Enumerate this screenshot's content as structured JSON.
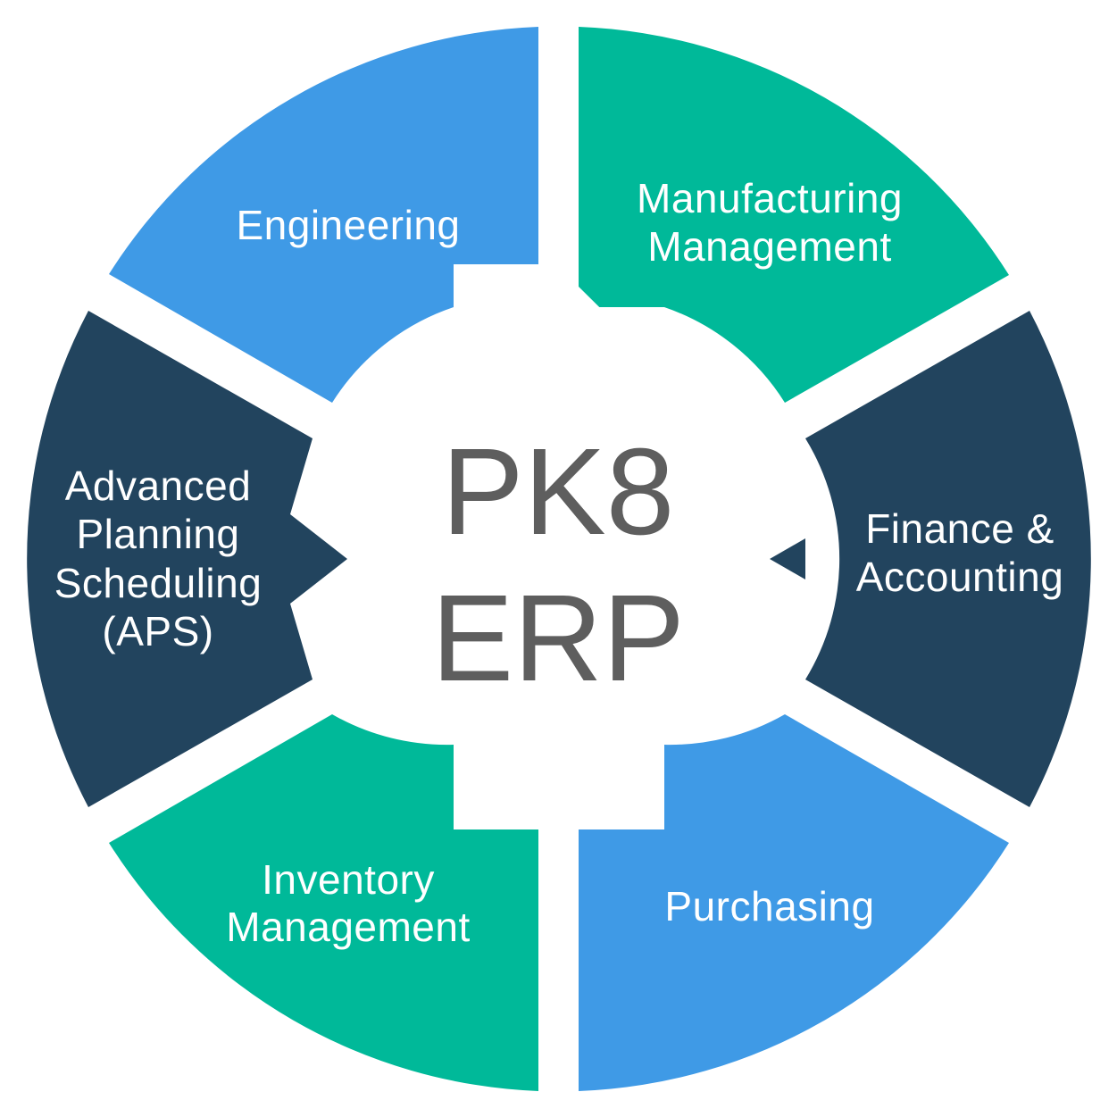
{
  "center": {
    "lines": [
      "PK8",
      "ERP"
    ],
    "color": "#5e5e5e"
  },
  "colors": {
    "blue": "#3f9ae6",
    "teal": "#00b999",
    "navy": "#22445e",
    "background": "#ffffff"
  },
  "segments": [
    {
      "id": "engineering",
      "lines": [
        "Engineering"
      ],
      "color": "#3f9ae6"
    },
    {
      "id": "manufacturing-management",
      "lines": [
        "Manufacturing",
        "Management"
      ],
      "color": "#00b999"
    },
    {
      "id": "finance-accounting",
      "lines": [
        "Finance &",
        "Accounting"
      ],
      "color": "#22445e"
    },
    {
      "id": "purchasing",
      "lines": [
        "Purchasing"
      ],
      "color": "#3f9ae6"
    },
    {
      "id": "inventory-management",
      "lines": [
        "Inventory",
        "Management"
      ],
      "color": "#00b999"
    },
    {
      "id": "advanced-planning-scheduling",
      "lines": [
        "Advanced",
        "Planning",
        "Scheduling",
        "(APS)"
      ],
      "color": "#22445e"
    }
  ]
}
